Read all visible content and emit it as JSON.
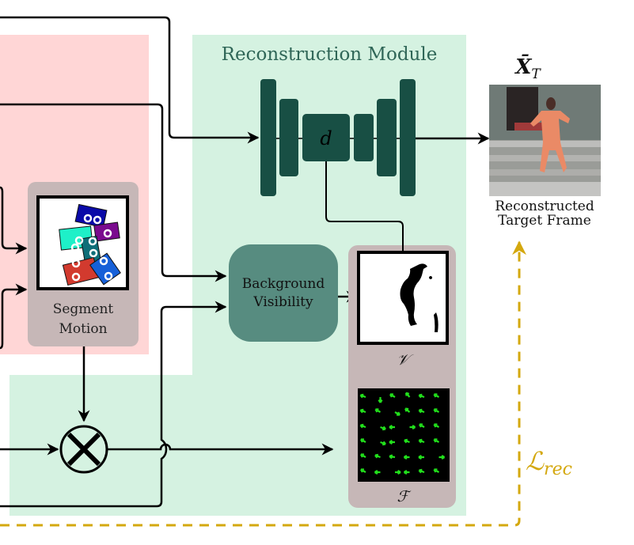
{
  "colors": {
    "pink_region": "#ffd6d6",
    "green_region": "#d5f2e1",
    "dark_teal": "#184f44",
    "mid_teal": "#578c80",
    "taupe_panel": "#c6b7b7",
    "loss_gold": "#d4a80f",
    "title_teal": "#2f6657",
    "flow_green": "#22e01c"
  },
  "reconstruction_module": {
    "title": "Reconstruction  Module",
    "bottleneck_label": "d"
  },
  "segment_motion": {
    "label_line1": "Segment",
    "label_line2": "Motion"
  },
  "background_visibility": {
    "label_line1": "Background",
    "label_line2": "Visibility"
  },
  "outputs": {
    "visibility_symbol": "𝒱",
    "flow_symbol": "ℱ"
  },
  "target_frame": {
    "symbol_main": "X̄",
    "symbol_sub": "T",
    "caption_line1": "Reconstructed",
    "caption_line2": "Target Frame"
  },
  "loss": {
    "symbol": "ℒ",
    "subscript": "rec"
  },
  "operators": {
    "multiply": "element-wise-multiply"
  }
}
